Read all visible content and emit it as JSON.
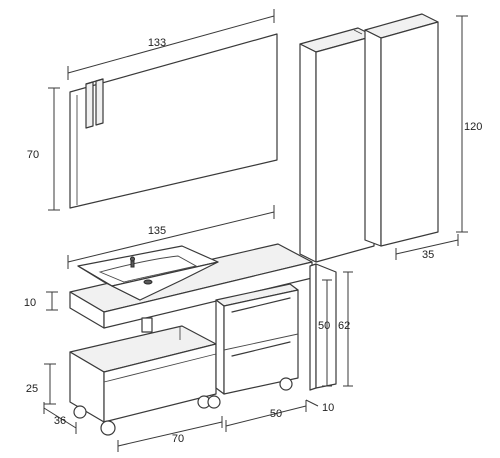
{
  "dimensions": {
    "mirror_width": "133",
    "mirror_height": "70",
    "countertop_width": "135",
    "countertop_thickness": "10",
    "tall_cabinet_height": "120",
    "tall_cabinet_width": "35",
    "drawer_unit_height_inner": "50",
    "drawer_unit_height_total": "62",
    "low_unit_height": "25",
    "low_unit_depth": "36",
    "low_unit_width": "70",
    "drawer_unit_width": "50",
    "drawer_unit_depth": "10"
  }
}
